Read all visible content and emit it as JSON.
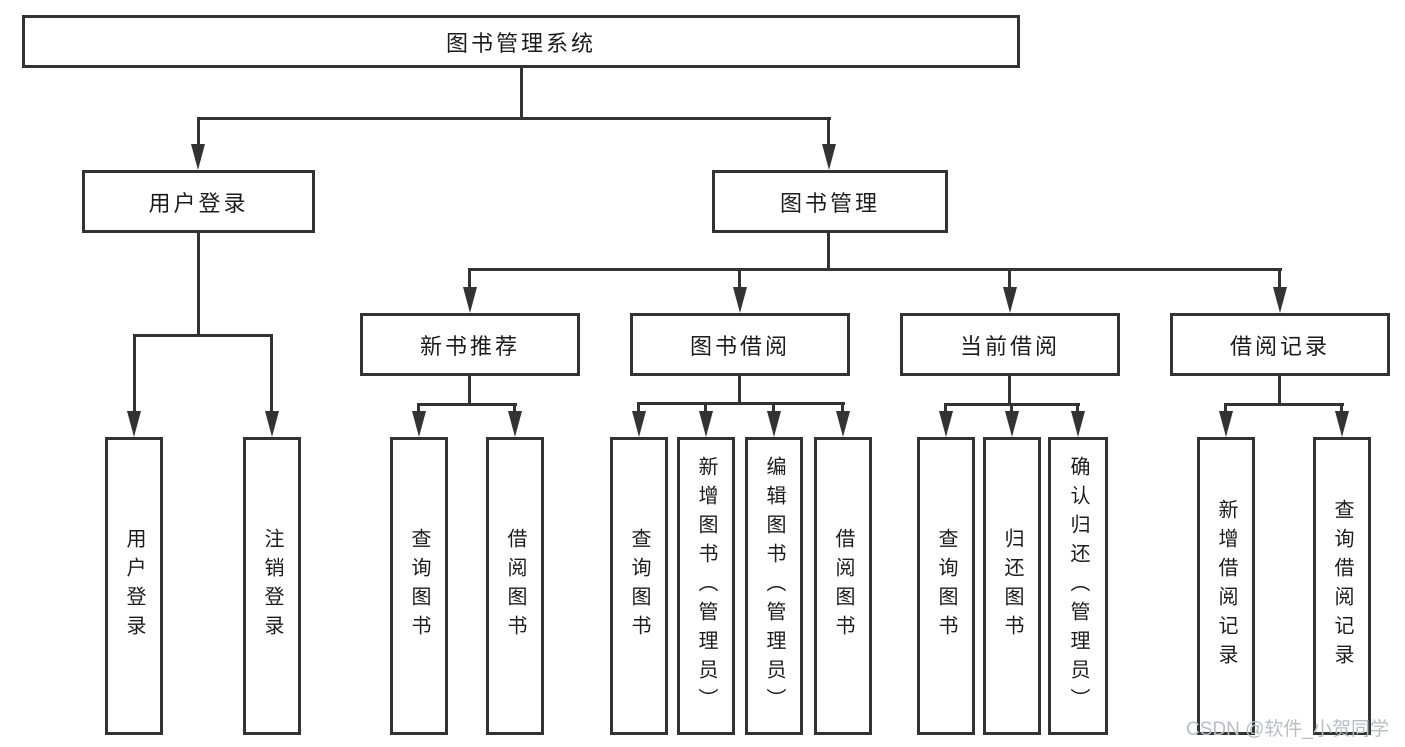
{
  "diagram": {
    "type": "tree",
    "colors": {
      "line": "#333333",
      "text": "#1c1c1c",
      "background": "#ffffff",
      "watermark": "#b9bcc2"
    },
    "root": {
      "label": "图书管理系统"
    },
    "branches": [
      {
        "label": "用户登录",
        "children": [
          {
            "label": "用户登录"
          },
          {
            "label": "注销登录"
          }
        ]
      },
      {
        "label": "图书管理",
        "children": [
          {
            "label": "新书推荐",
            "children": [
              {
                "label": "查询图书"
              },
              {
                "label": "借阅图书"
              }
            ]
          },
          {
            "label": "图书借阅",
            "children": [
              {
                "label": "查询图书"
              },
              {
                "label": "新增图书（管理员）"
              },
              {
                "label": "编辑图书（管理员）"
              },
              {
                "label": "借阅图书"
              }
            ]
          },
          {
            "label": "当前借阅",
            "children": [
              {
                "label": "查询图书"
              },
              {
                "label": "归还图书"
              },
              {
                "label": "确认归还（管理员）"
              }
            ]
          },
          {
            "label": "借阅记录",
            "children": [
              {
                "label": "新增借阅记录"
              },
              {
                "label": "查询借阅记录"
              }
            ]
          }
        ]
      }
    ],
    "watermark": "CSDN @软件_小贺同学"
  }
}
